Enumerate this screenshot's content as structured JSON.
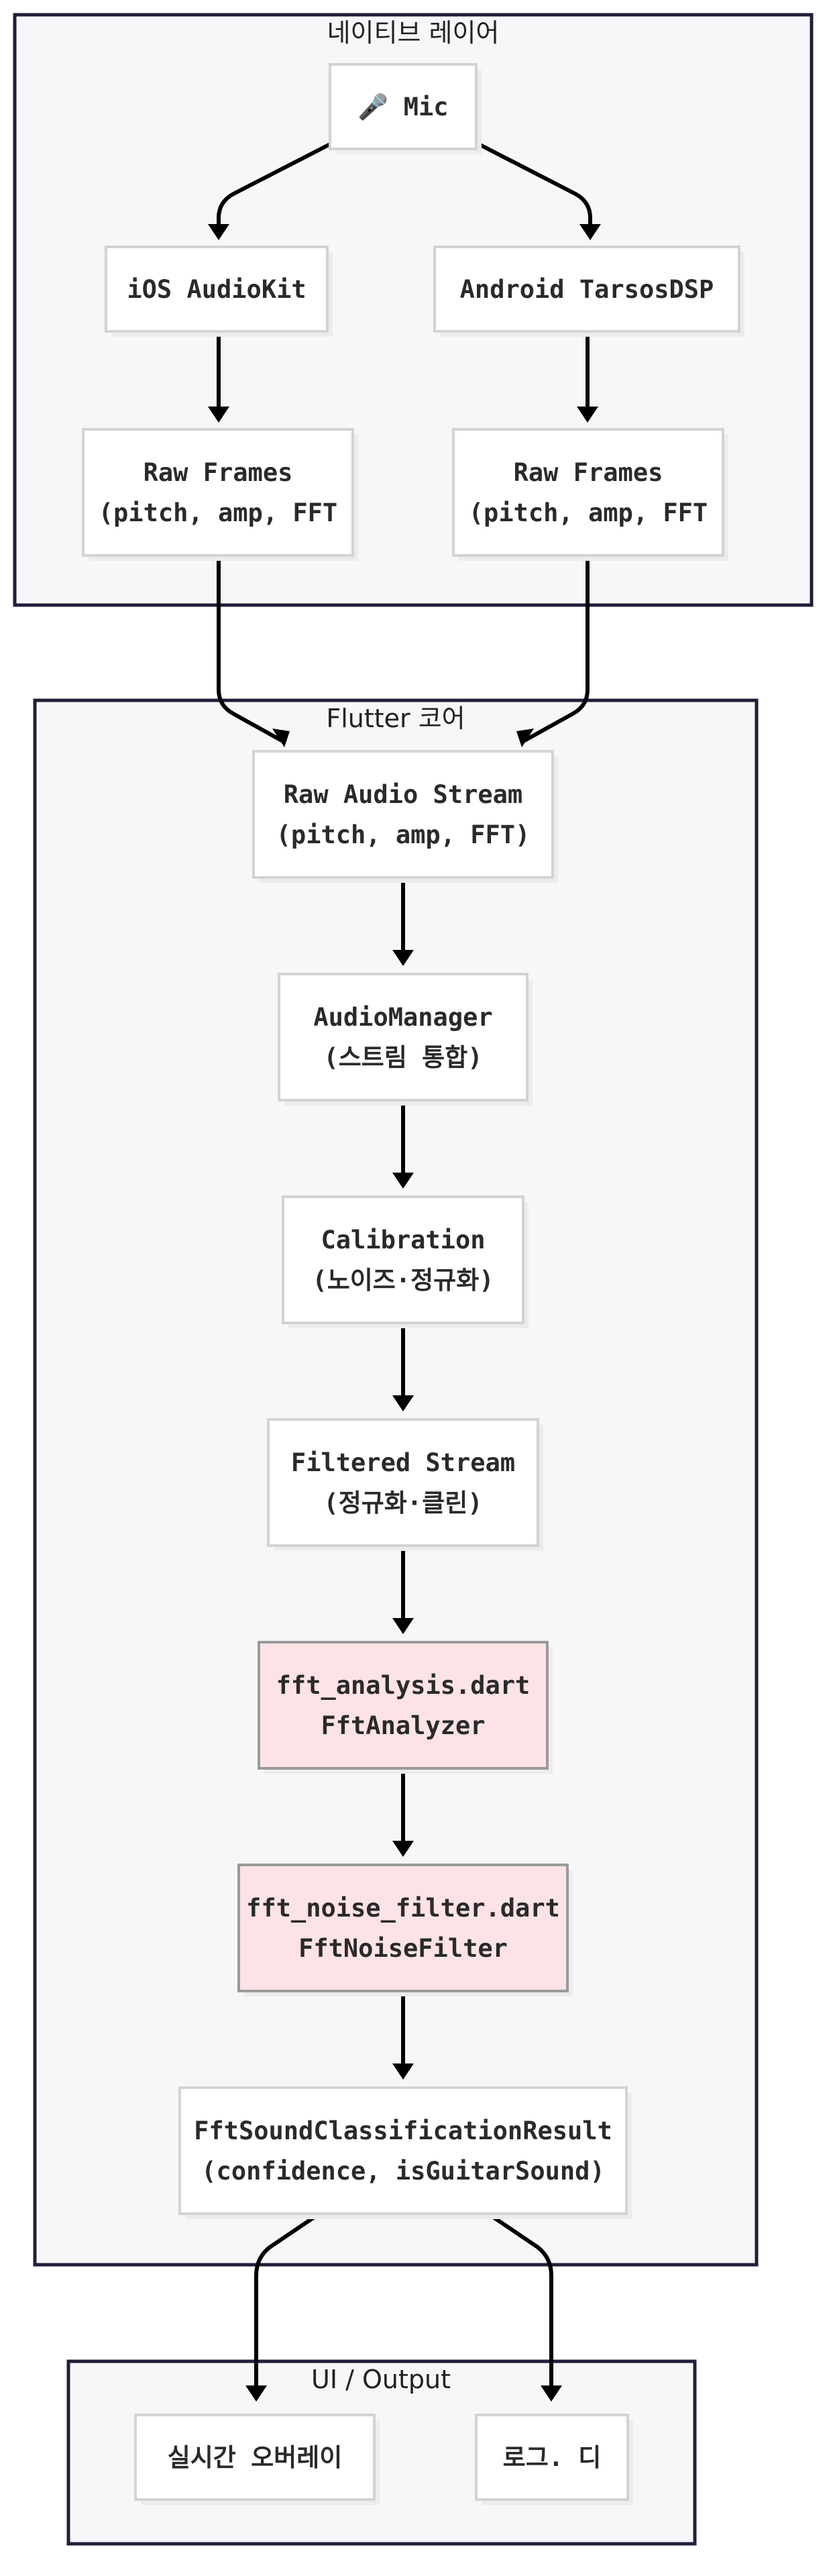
{
  "groups": {
    "native": {
      "title": "네이티브 레이어"
    },
    "flutter": {
      "title": "Flutter 코어"
    },
    "ui": {
      "title": "UI / Output"
    }
  },
  "nodes": {
    "mic": {
      "lines": [
        "🎤 Mic"
      ]
    },
    "ios": {
      "lines": [
        "iOS AudioKit"
      ]
    },
    "android": {
      "lines": [
        "Android TarsosDSP"
      ]
    },
    "raw_ios": {
      "lines": [
        "Raw Frames",
        "(pitch, amp, FFT"
      ]
    },
    "raw_android": {
      "lines": [
        "Raw Frames",
        "(pitch, amp, FFT"
      ]
    },
    "raw_stream": {
      "lines": [
        "Raw Audio Stream",
        "(pitch, amp, FFT)"
      ]
    },
    "audio_manager": {
      "lines": [
        "AudioManager",
        "(스트림 통합)"
      ]
    },
    "calibration": {
      "lines": [
        "Calibration",
        "(노이즈·정규화)"
      ]
    },
    "filtered": {
      "lines": [
        "Filtered Stream",
        "(정규화·클린)"
      ]
    },
    "fft_analysis": {
      "lines": [
        "fft_analysis.dart",
        "FftAnalyzer"
      ]
    },
    "fft_noise": {
      "lines": [
        "fft_noise_filter.dart",
        "FftNoiseFilter"
      ]
    },
    "classification": {
      "lines": [
        "FftSoundClassificationResult",
        "(confidence, isGuitarSound)"
      ]
    },
    "overlay": {
      "lines": [
        "실시간 오버레이"
      ]
    },
    "log": {
      "lines": [
        "로그. 디"
      ]
    }
  },
  "colors": {
    "group_fill": "#f7f7f9",
    "group_border": "#1f1f3a",
    "node_fill": "#ffffff",
    "highlight_fill": "#fde3e6",
    "edge": "#000000"
  }
}
